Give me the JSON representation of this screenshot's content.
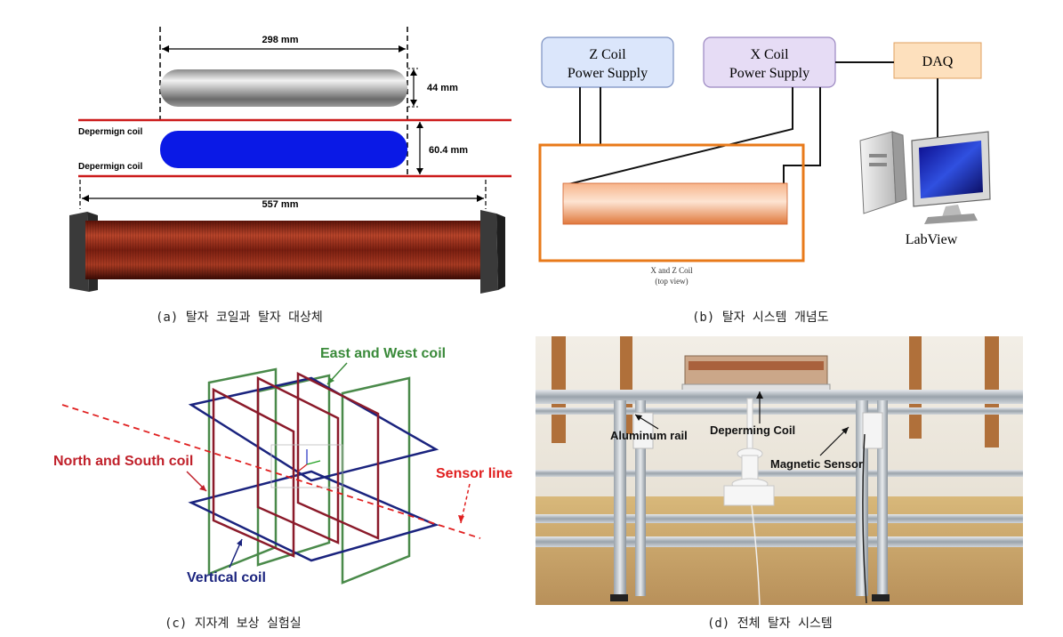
{
  "panel_a": {
    "dim_rod_length": "298 mm",
    "dim_rod_diameter": "44 mm",
    "dim_coil_gap": "60.4 mm",
    "dim_coil_length": "557 mm",
    "coil_label_top": "Depermign coil",
    "coil_label_bottom": "Depermign coil",
    "caption": "(a) 탈자 코일과 탈자 대상체"
  },
  "panel_b": {
    "z_supply_line1": "Z Coil",
    "z_supply_line2": "Power Supply",
    "x_supply_line1": "X Coil",
    "x_supply_line2": "Power Supply",
    "daq_label": "DAQ",
    "labview_label": "LabView",
    "coil_box_line1": "X and Z Coil",
    "coil_box_line2": "(top view)",
    "caption": "(b) 탈자 시스템 개념도"
  },
  "panel_c": {
    "label_east_west": "East and West coil",
    "label_north_south": "North and South coil",
    "label_sensor_line": "Sensor line",
    "label_vertical": "Vertical coil",
    "caption": "(c) 지자계 보상 실험실"
  },
  "panel_d": {
    "label_aluminum_rail": "Aluminum rail",
    "label_deperming_coil": "Deperming Coil",
    "label_magnetic_sensor": "Magnetic Sensor",
    "caption": "(d) 전체 탈자 시스템"
  },
  "colors": {
    "coil_red": "#cc1a1a",
    "rod_blue": "#0a19e6",
    "coil_green": "#4a8a4a",
    "coil_maroon": "#8b1a2a",
    "coil_navy": "#1a237e",
    "supply_blue": "#dbe6fb",
    "supply_purple": "#e6dcf5",
    "daq_orange": "#fde0bd",
    "coil_box_orange": "#e87a1a"
  }
}
